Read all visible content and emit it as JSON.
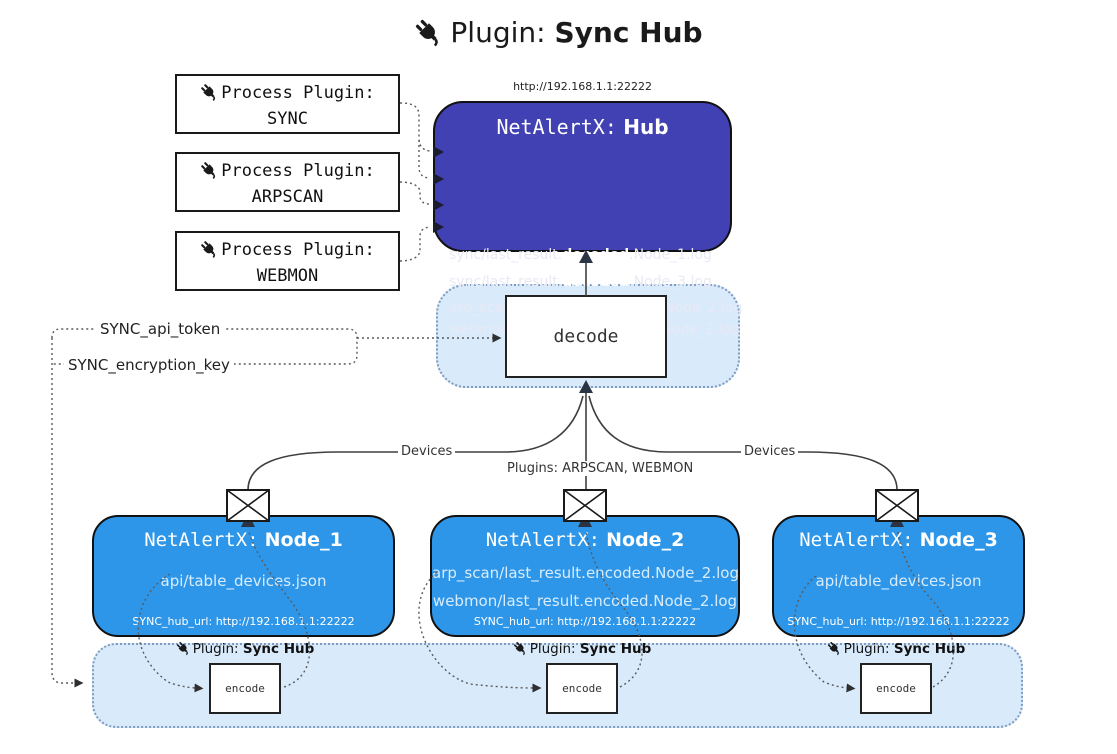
{
  "title": {
    "prefix": "Plugin:",
    "name": "Sync Hub"
  },
  "colors": {
    "hub_bg": "#4141b3",
    "node_bg": "#2e96e8",
    "zone_bg": "#d9eafb",
    "zone_border": "#7e9cbf"
  },
  "process_plugins": [
    {
      "label": "Process Plugin:",
      "name": "SYNC"
    },
    {
      "label": "Process Plugin:",
      "name": "ARPSCAN"
    },
    {
      "label": "Process Plugin:",
      "name": "WEBMON"
    }
  ],
  "hub": {
    "url": "http://192.168.1.1:22222",
    "brand": "NetAlertX:",
    "name": "Hub",
    "entries": [
      {
        "pre": "sync/last_result.",
        "bold": "decoded",
        "post": ".Node_1.log"
      },
      {
        "pre": "sync/last_result.",
        "bold": "decoded",
        "post": ".Node_3.log"
      },
      {
        "pre": "arp_scan/last_result.",
        "bold": "decoded",
        "post": ".Node_2.log"
      },
      {
        "pre": "webmon/last_result.",
        "bold": "decoded",
        "post": ".Node_2.log"
      }
    ]
  },
  "decode_label": "decode",
  "tokens": {
    "api_token": "SYNC_api_token",
    "encryption_key": "SYNC_encryption_key"
  },
  "edge_labels": {
    "devices_left": "Devices",
    "devices_right": "Devices",
    "plugins_mid": "Plugins: ARPSCAN, WEBMON"
  },
  "nodes": [
    {
      "brand": "NetAlertX:",
      "name": "Node_1",
      "lines": [
        "api/table_devices.json"
      ],
      "hub_url": "SYNC_hub_url: http://192.168.1.1:22222"
    },
    {
      "brand": "NetAlertX:",
      "name": "Node_2",
      "lines": [
        "arp_scan/last_result.encoded.Node_2.log",
        "webmon/last_result.encoded.Node_2.log"
      ],
      "hub_url": "SYNC_hub_url: http://192.168.1.1:22222"
    },
    {
      "brand": "NetAlertX:",
      "name": "Node_3",
      "lines": [
        "api/table_devices.json"
      ],
      "hub_url": "SYNC_hub_url: http://192.168.1.1:22222"
    }
  ],
  "encoders": [
    {
      "prefix": "Plugin:",
      "name": "Sync Hub",
      "label": "encode"
    },
    {
      "prefix": "Plugin:",
      "name": "Sync Hub",
      "label": "encode"
    },
    {
      "prefix": "Plugin:",
      "name": "Sync Hub",
      "label": "encode"
    }
  ]
}
